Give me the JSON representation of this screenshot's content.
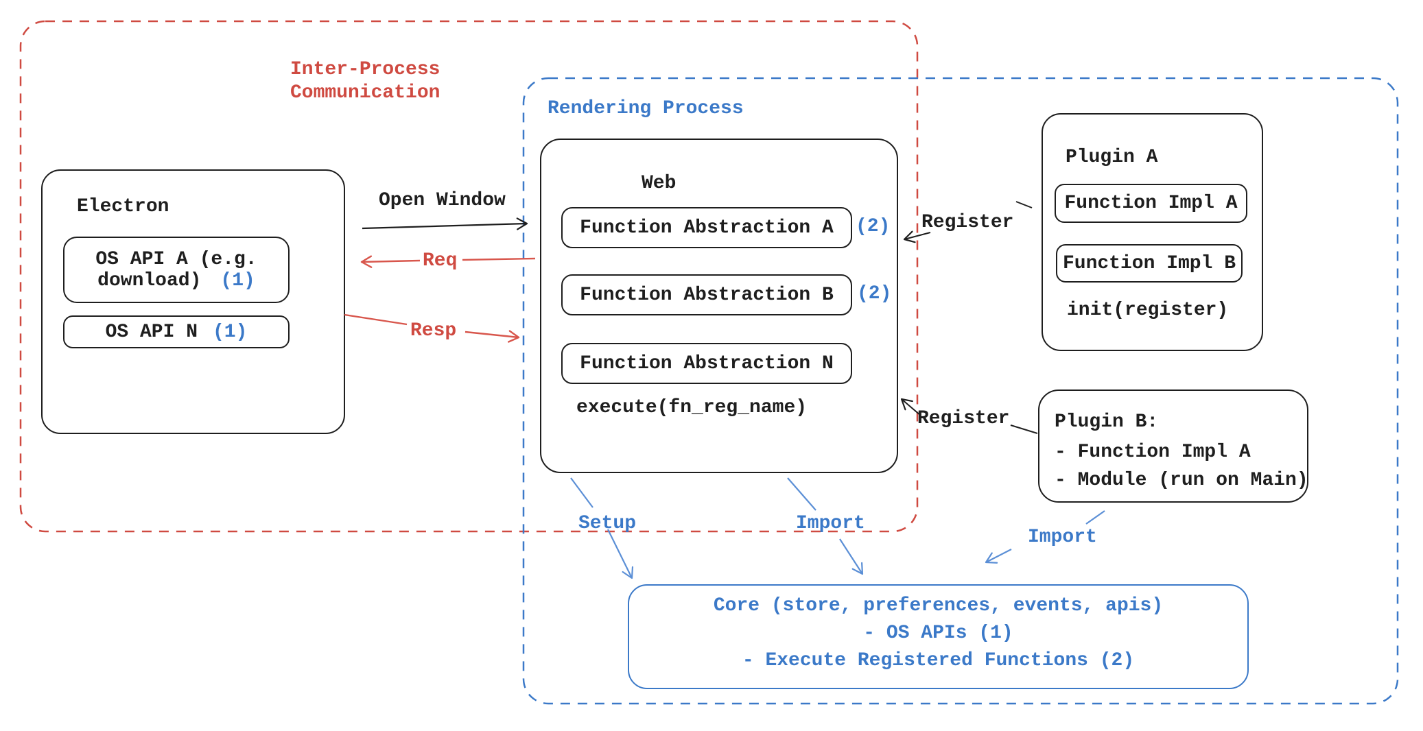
{
  "colors": {
    "red": "#cf4a41",
    "blue": "#3b79c8",
    "ink": "#1e1e1e"
  },
  "ipc": {
    "label_line1": "Inter-Process",
    "label_line2": "Communication"
  },
  "rendering_process": {
    "label": "Rendering Process"
  },
  "electron": {
    "title": "Electron",
    "os_api_a_line1": "OS API A (e.g.",
    "os_api_a_line2": "download)",
    "os_api_a_ref": "(1)",
    "os_api_n": "OS API N",
    "os_api_n_ref": "(1)"
  },
  "web": {
    "title": "Web",
    "abstraction_a": "Function Abstraction A",
    "abstraction_a_ref": "(2)",
    "abstraction_b": "Function Abstraction B",
    "abstraction_b_ref": "(2)",
    "abstraction_n": "Function Abstraction N",
    "execute": "execute(fn_reg_name)"
  },
  "plugin_a": {
    "title": "Plugin A",
    "impl_a": "Function Impl A",
    "impl_b": "Function Impl B",
    "init": "init(register)"
  },
  "plugin_b": {
    "title": "Plugin B:",
    "item1": "- Function Impl A",
    "item2": "- Module (run on Main)"
  },
  "core": {
    "line1": "Core (store, preferences, events, apis)",
    "line2": "- OS APIs (1)",
    "line3": "- Execute Registered Functions (2)"
  },
  "arrows": {
    "open_window": "Open Window",
    "req": "Req",
    "resp": "Resp",
    "register_top": "Register",
    "register_bottom": "Register",
    "setup": "Setup",
    "import_web": "Import",
    "import_plugin": "Import"
  }
}
